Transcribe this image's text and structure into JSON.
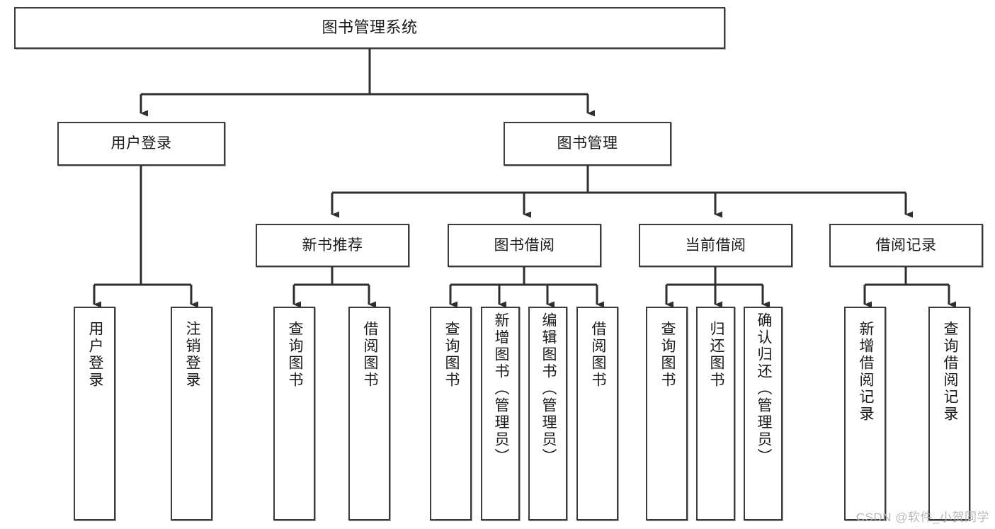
{
  "diagram": {
    "title": "图书管理系统",
    "type": "tree-hierarchy",
    "watermark": "CSDN @软件_小贺同学",
    "colors": {
      "stroke": "#3b3b3b",
      "fill": "#ffffff",
      "text": "#1a1a1a",
      "watermark": "#b9b9b9"
    },
    "root": {
      "label": "图书管理系统"
    },
    "level2": [
      {
        "label": "用户登录"
      },
      {
        "label": "图书管理"
      }
    ],
    "level3": [
      {
        "label": "新书推荐"
      },
      {
        "label": "图书借阅"
      },
      {
        "label": "当前借阅"
      },
      {
        "label": "借阅记录"
      }
    ],
    "leaves": {
      "user_login": [
        {
          "label": "用户登录"
        },
        {
          "label": "注销登录"
        }
      ],
      "new_book_recommend": [
        {
          "label": "查询图书"
        },
        {
          "label": "借阅图书"
        }
      ],
      "book_borrow": [
        {
          "label": "查询图书"
        },
        {
          "label": "新增图书（管理员）"
        },
        {
          "label": "编辑图书（管理员）"
        },
        {
          "label": "借阅图书"
        }
      ],
      "current_borrow": [
        {
          "label": "查询图书"
        },
        {
          "label": "归还图书"
        },
        {
          "label": "确认归还（管理员）"
        }
      ],
      "borrow_record": [
        {
          "label": "新增借阅记录"
        },
        {
          "label": "查询借阅记录"
        }
      ]
    }
  }
}
